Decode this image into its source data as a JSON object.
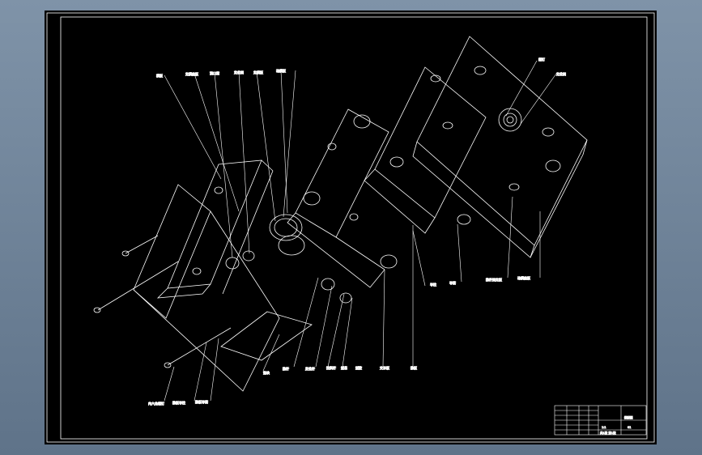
{
  "drawing": {
    "background": "#000000",
    "line_color": "#ffffff",
    "callouts": {
      "top_1": "模板",
      "top_2": "定模座板",
      "top_3": "浇口套",
      "top_4": "定位圈",
      "top_5": "定模板",
      "top_6": "动模板",
      "right_1": "螺钉",
      "right_2": "定位圈",
      "mid_1": "导柱",
      "mid_2": "导套",
      "mid_3": "推杆固定板",
      "mid_4": "动模座板",
      "bottom_1": "内六角螺钉",
      "bottom_2": "推板导柱",
      "bottom_3": "推板导套",
      "bottom_4": "垫块",
      "bottom_5": "推杆",
      "bottom_6": "复位杆",
      "bottom_7": "拉料杆",
      "bottom_8": "型芯",
      "bottom_9": "型腔",
      "bottom_10": "支承板",
      "bottom_11": "推板"
    },
    "title_block": {
      "name": "装配图",
      "drawing_no": "01",
      "scale": "1:1",
      "sheet": "共1张 第1张"
    }
  }
}
